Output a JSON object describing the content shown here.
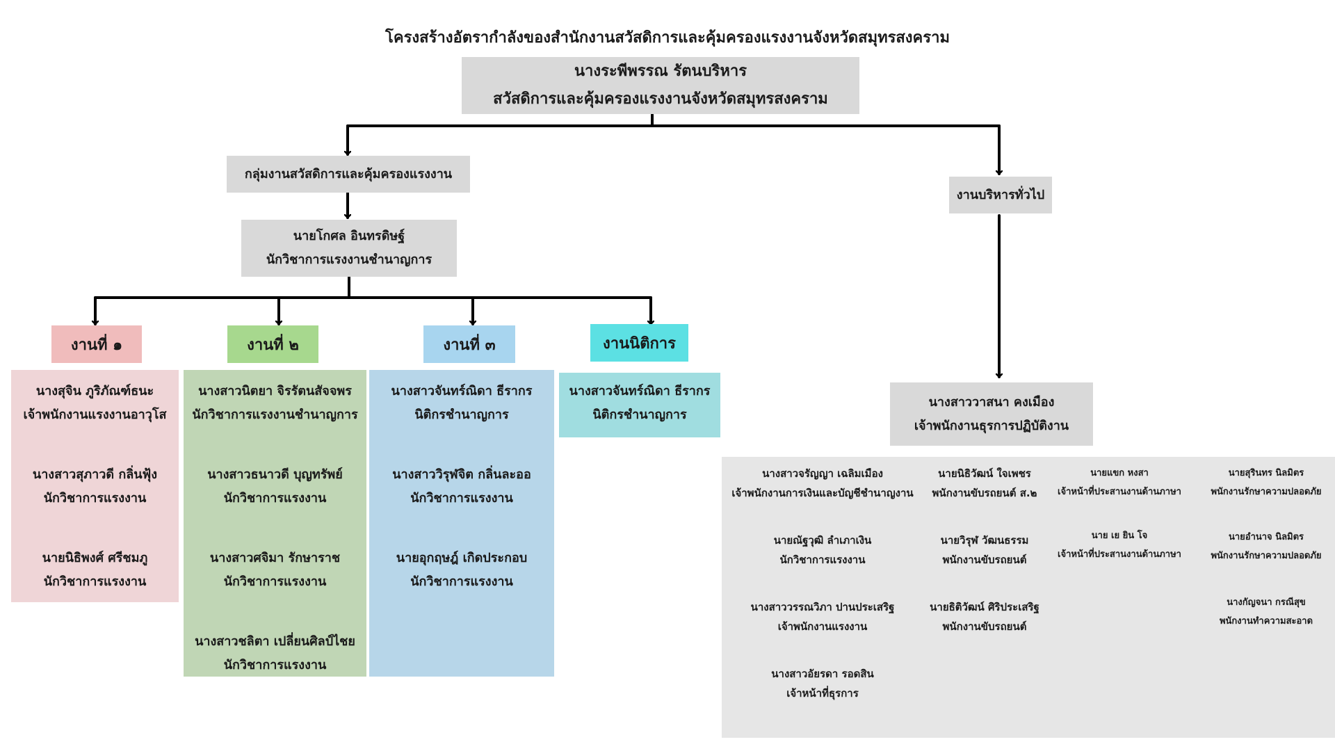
{
  "title": "โครงสร้างอัตรากำลังของสำนักงานสวัสดิการและคุ้มครองแรงงานจังหวัดสมุทรสงคราม",
  "head": {
    "name": "นางระพีพรรณ  รัตนบริหาร",
    "position": "สวัสดิการและคุ้มครองแรงงานจังหวัดสมุทรสงคราม"
  },
  "group": {
    "label": "กลุ่มงานสวัสดิการและคุ้มครองแรงงาน",
    "leader_name": "นายโกศล  อินทรดิษฐ์",
    "leader_position": "นักวิชาการแรงงานชำนาญการ"
  },
  "admin": {
    "label": "งานบริหารทั่วไป",
    "leader_name": "นางสาววาสนา  คงเมือง",
    "leader_position": "เจ้าพนักงานธุรการปฏิบัติงาน"
  },
  "units": [
    {
      "label": "งานที่ ๑",
      "color": "#f0bcbc",
      "panel_color": "#efd5d7",
      "members": [
        {
          "name": "นางสุจิน  ภูริภัณฑ์ธนะ",
          "position": "เจ้าพนักงานแรงงานอาวุโส"
        },
        {
          "name": "นางสาวสุภาวดี  กลิ่นฟุ้ง",
          "position": "นักวิชาการแรงงาน"
        },
        {
          "name": "นายนิธิพงศ์  ศรีชมภู",
          "position": "นักวิชาการแรงงาน"
        }
      ]
    },
    {
      "label": "งานที่ ๒",
      "color": "#a7d88e",
      "panel_color": "#c0d6b5",
      "members": [
        {
          "name": "นางสาวนิตยา  จิรรัตนสัจจพร",
          "position": "นักวิชาการแรงงานชำนาญการ"
        },
        {
          "name": "นางสาวธนาวดี  บุญทรัพย์",
          "position": "นักวิชาการแรงงาน"
        },
        {
          "name": "นางสาวศจิมา  รักษาราช",
          "position": "นักวิชาการแรงงาน"
        },
        {
          "name": "นางสาวชลิตา  เปลี่ยนศิลป์ไชย",
          "position": "นักวิชาการแรงงาน"
        }
      ]
    },
    {
      "label": "งานที่ ๓",
      "color": "#a8d5ef",
      "panel_color": "#b7d6e9",
      "members": [
        {
          "name": "นางสาวจันทร์ณิดา  ธีรากร",
          "position": "นิติกรชำนาญการ"
        },
        {
          "name": "นางสาววิรุฬจิต  กลิ่นละออ",
          "position": "นักวิชาการแรงงาน"
        },
        {
          "name": "นายอุกฤษฎ์  เกิดประกอบ",
          "position": "นักวิชาการแรงงาน"
        }
      ]
    },
    {
      "label": "งานนิติการ",
      "color": "#5ce0e3",
      "panel_color": "#a0dde0",
      "members": [
        {
          "name": "นางสาวจันทร์ณิดา  ธีรากร",
          "position": "นิติกรชำนาญการ"
        }
      ]
    }
  ],
  "admin_staff": [
    [
      {
        "name": "นางสาวจรัญญา  เฉลิมเมือง",
        "position": "เจ้าพนักงานการเงินและบัญชีชำนาญงาน"
      },
      {
        "name": "นายณัฐวุฒิ  ลำเภาเงิน",
        "position": "นักวิชาการแรงงาน"
      },
      {
        "name": "นางสาววรรณวิภา  ปานประเสริฐ",
        "position": "เจ้าพนักงานแรงงาน"
      },
      {
        "name": "นางสาวอัยรดา  รอดสิน",
        "position": "เจ้าหน้าที่ธุรการ"
      }
    ],
    [
      {
        "name": "นายนิธิวัฒน์  ใจเพชร",
        "position": "พนักงานขับรถยนต์ ส.๒"
      },
      {
        "name": "นายวิรุฬ  วัฒนธรรม",
        "position": "พนักงานขับรถยนต์"
      },
      {
        "name": "นายธิติวัฒน์  ศิริประเสริฐ",
        "position": "พนักงานขับรถยนต์"
      }
    ],
    [
      {
        "name": "นายแขก  หงสา",
        "position": "เจ้าหน้าที่ประสานงานด้านภาษา"
      },
      {
        "name": "นาย เย ยิน โจ",
        "position": "เจ้าหน้าที่ประสานงานด้านภาษา"
      }
    ],
    [
      {
        "name": "นายสุรินทร  นิลมิตร",
        "position": "พนักงานรักษาความปลอดภัย"
      },
      {
        "name": "นายอำนาจ  นิลมิตร",
        "position": "พนักงานรักษาความปลอดภัย"
      },
      {
        "name": "นางกัญจนา  กรณีสุข",
        "position": "พนักงานทำความสะอาด"
      }
    ]
  ]
}
